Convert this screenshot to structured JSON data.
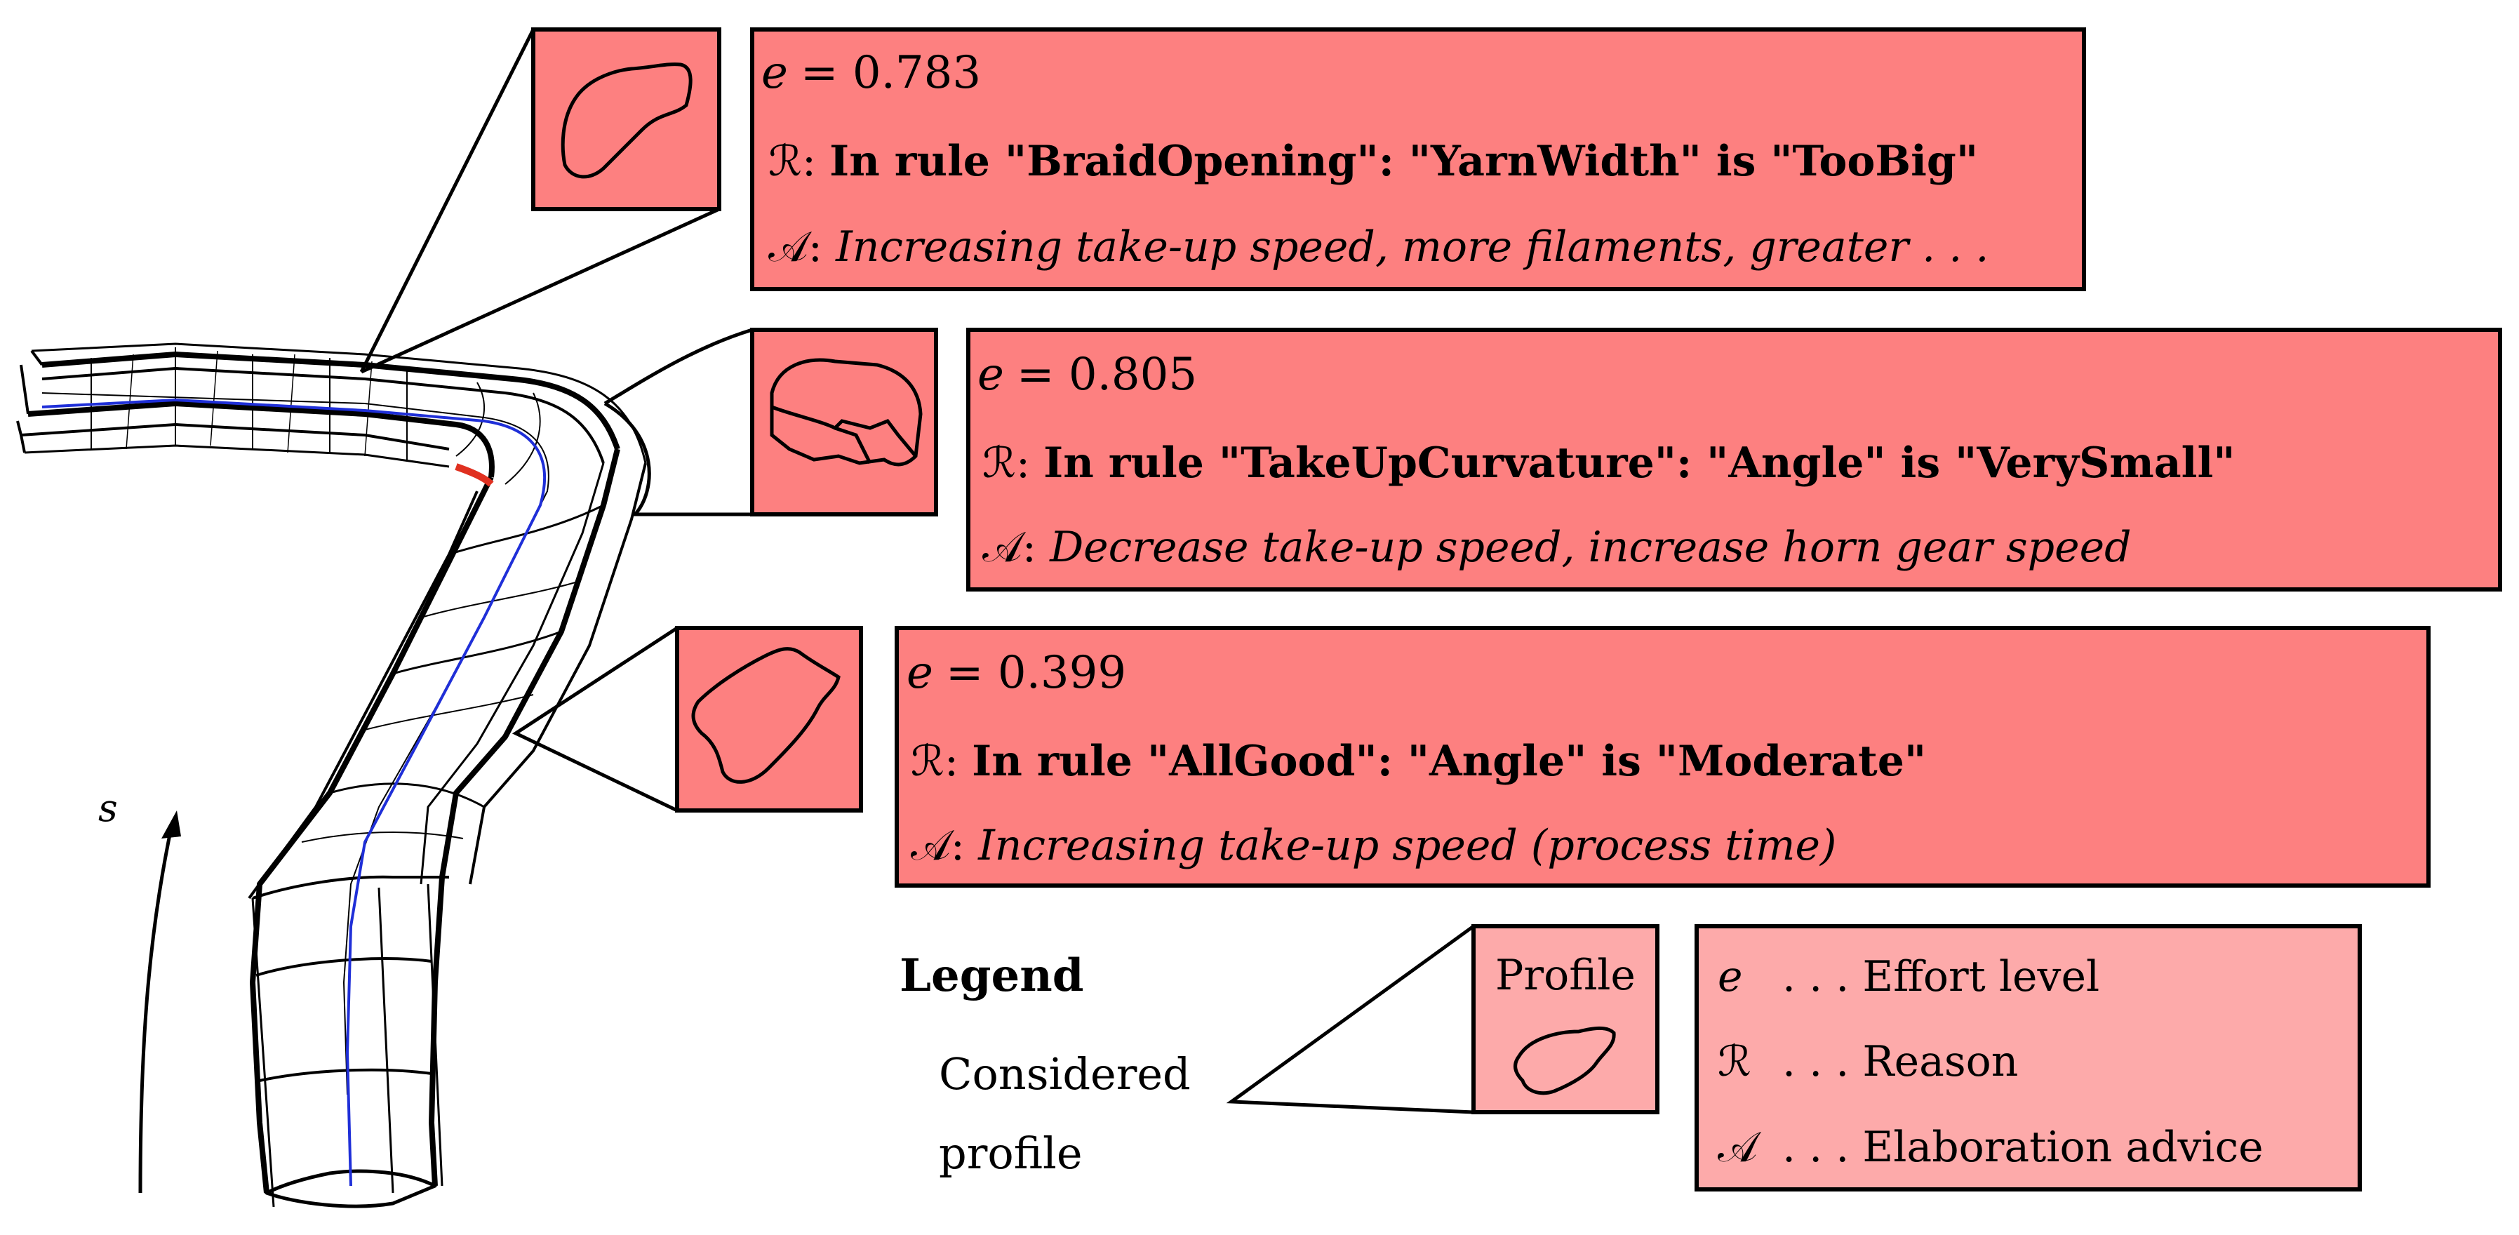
{
  "axis": {
    "s_label": "s"
  },
  "cards": [
    {
      "e_sym": "e",
      "eq": "= 0.783",
      "r_sym": "ℛ",
      "reason": "In rule \"BraidOpening\": \"YarnWidth\" is \"TooBig\"",
      "a_sym": "𝒜",
      "advice": "Increasing take-up speed, more filaments, greater . . ."
    },
    {
      "e_sym": "e",
      "eq": "= 0.805",
      "r_sym": "ℛ",
      "reason": "In rule \"TakeUpCurvature\": \"Angle\" is \"VerySmall\"",
      "a_sym": "𝒜",
      "advice": "Decrease take-up speed, increase horn gear speed"
    },
    {
      "e_sym": "e",
      "eq": "= 0.399",
      "r_sym": "ℛ",
      "reason": "In rule \"AllGood\": \"Angle\" is \"Moderate\"",
      "a_sym": "𝒜",
      "advice": "Increasing take-up speed (process time)"
    }
  ],
  "legend": {
    "title": "Legend",
    "considered_line1": "Considered",
    "considered_line2": "profile",
    "profile_label": "Profile",
    "items": [
      {
        "sym": "e",
        "text": ". . . Effort level"
      },
      {
        "sym": "ℛ",
        "text": ". . . Reason"
      },
      {
        "sym": "𝒜",
        "text": ". . . Elaboration advice"
      }
    ]
  },
  "colors": {
    "card_fill": "#fd8080",
    "legend_fill": "#fdaaaa",
    "path_line": "#1f2fd8",
    "highlight": "#e03020"
  }
}
